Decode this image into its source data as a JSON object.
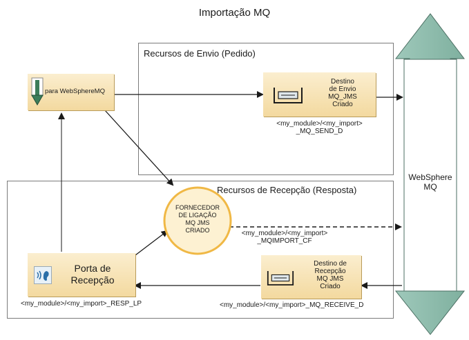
{
  "title": "Importação MQ",
  "send_section": {
    "label": "Recursos de Envio (Pedido)"
  },
  "receive_section": {
    "label": "Recursos de Recepção (Resposta)"
  },
  "websphere": {
    "label_line1": "WebSphere",
    "label_line2": "MQ"
  },
  "import_node": {
    "label": "para WebSphereMQ",
    "icon": "import-arrow-icon"
  },
  "send_dest": {
    "line1": "Destino",
    "line2": "de Envio",
    "line3": "MQ_JMS",
    "line4": "Criado",
    "caption1": "<my_module>/<my_import>",
    "caption2": "_MQ_SEND_D",
    "icon": "queue-icon"
  },
  "provider": {
    "line1": "FORNECEDOR",
    "line2": "DE LIGAÇÃO",
    "line3": "MQ JMS",
    "line4": "CRIADO",
    "caption1": "<my_module>/<my_import>",
    "caption2": "_MQIMPORT_CF"
  },
  "receive_port": {
    "line1": "Porta de",
    "line2": "Recepção",
    "caption": "<my_module>/<my_import>_RESP_LP",
    "icon": "listener-port-icon"
  },
  "receive_dest": {
    "line1": "Destino de",
    "line2": "Recepção",
    "line3": "MQ JMS",
    "line4": "Criado",
    "caption": "<my_module>/<my_import>_MQ_RECEIVE_D",
    "icon": "queue-icon"
  },
  "colors": {
    "node_fill": "#f3d99f",
    "node_fill_light": "#fbeecf",
    "circle_stroke": "#f0b845",
    "arrow_shaft": "#86b7a7",
    "frame": "#7a7a7a",
    "line": "#1a1a1a"
  }
}
